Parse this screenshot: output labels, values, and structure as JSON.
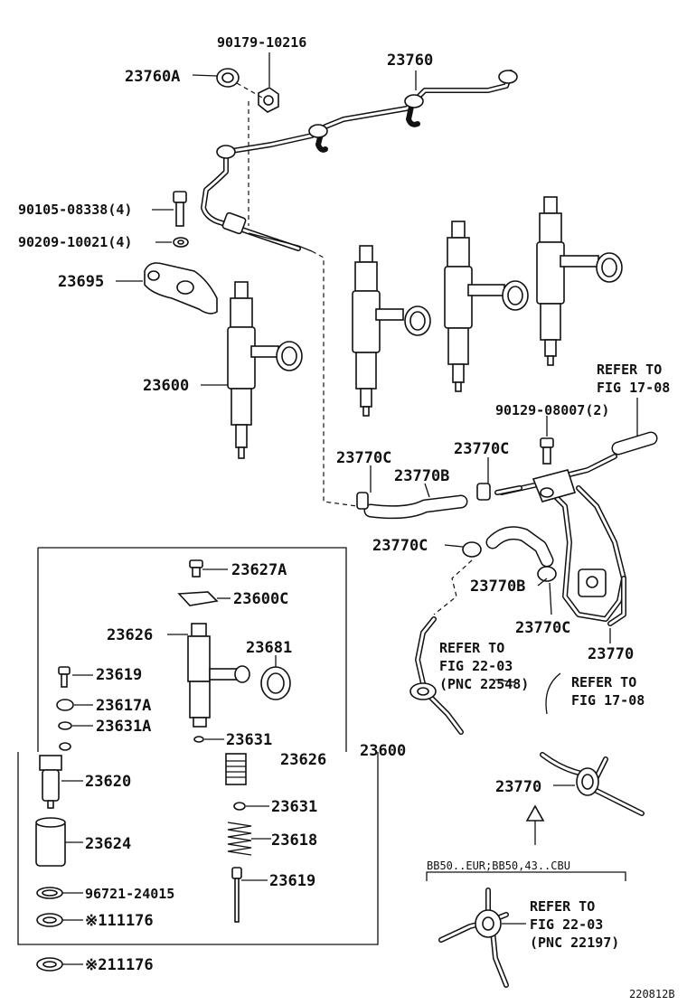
{
  "labels": {
    "p_23760A": "23760A",
    "p_90179": "90179-10216",
    "p_23760": "23760",
    "p_90105": "90105-08338(4)",
    "p_90209": "90209-10021(4)",
    "p_23695": "23695",
    "p_23600": "23600",
    "p_refer_17_08_top_1": "REFER TO",
    "p_refer_17_08_top_2": "FIG 17-08",
    "p_90129": "90129-08007(2)",
    "p_23770C_a": "23770C",
    "p_23770C_b": "23770C",
    "p_23770B_a": "23770B",
    "p_23770C_c": "23770C",
    "p_23770B_b": "23770B",
    "p_23770C_d": "23770C",
    "p_23770_a": "23770",
    "p_refer_22_03_a_1": "REFER TO",
    "p_refer_22_03_a_2": "FIG 22-03",
    "p_refer_22_03_a_3": "(PNC 22548)",
    "p_refer_17_08_b_1": "REFER TO",
    "p_refer_17_08_b_2": "FIG 17-08",
    "p_23627A": "23627A",
    "p_23600C": "23600C",
    "p_23626": "23626",
    "p_23681": "23681",
    "p_23619_a": "23619",
    "p_23617A": "23617A",
    "p_23631A": "23631A",
    "p_23631_a": "23631",
    "p_23626_b": "23626",
    "p_23600_b": "23600",
    "p_23620": "23620",
    "p_23631_b": "23631",
    "p_23624": "23624",
    "p_23618": "23618",
    "p_96721": "96721-24015",
    "p_23619_b": "23619",
    "p_11176_1": "※111176",
    "p_11176_2": "※211176",
    "p_23770_b": "23770",
    "p_bb50": "BB50..EUR;BB50,43..CBU",
    "p_refer_22_03_b_1": "REFER TO",
    "p_refer_22_03_b_2": "FIG 22-03",
    "p_refer_22_03_b_3": "(PNC 22197)",
    "p_fig_no": "220812B"
  }
}
